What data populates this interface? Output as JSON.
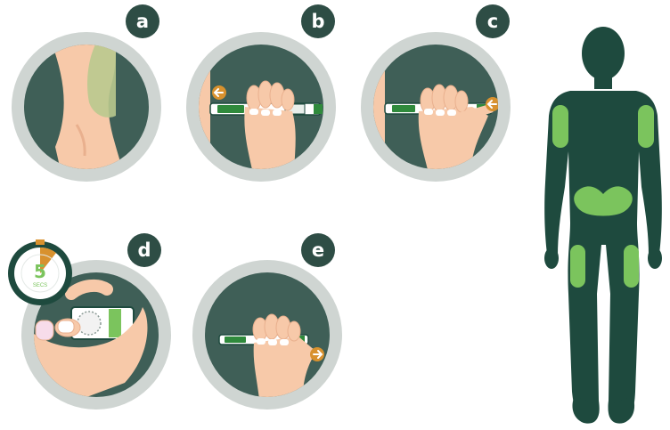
{
  "steps": [
    {
      "id": "a",
      "letter": "a"
    },
    {
      "id": "b",
      "letter": "b"
    },
    {
      "id": "c",
      "letter": "c"
    },
    {
      "id": "d",
      "letter": "d"
    },
    {
      "id": "e",
      "letter": "e"
    }
  ],
  "timer": {
    "number": "5",
    "unit": "SECS"
  },
  "colors": {
    "ring": "#cfd5d2",
    "panel": "#3f5f57",
    "badge": "#2e4d45",
    "accent_green": "#7bc45d",
    "pen_green": "#2f8a3c",
    "skin": "#f7c9a9",
    "skin_shadow": "#e9b08e",
    "arrow_orange": "#d8912e",
    "body_silhouette": "#1e4a3e"
  },
  "icons": [
    "arrow-left-icon",
    "arrow-right-icon",
    "stopwatch-icon"
  ]
}
